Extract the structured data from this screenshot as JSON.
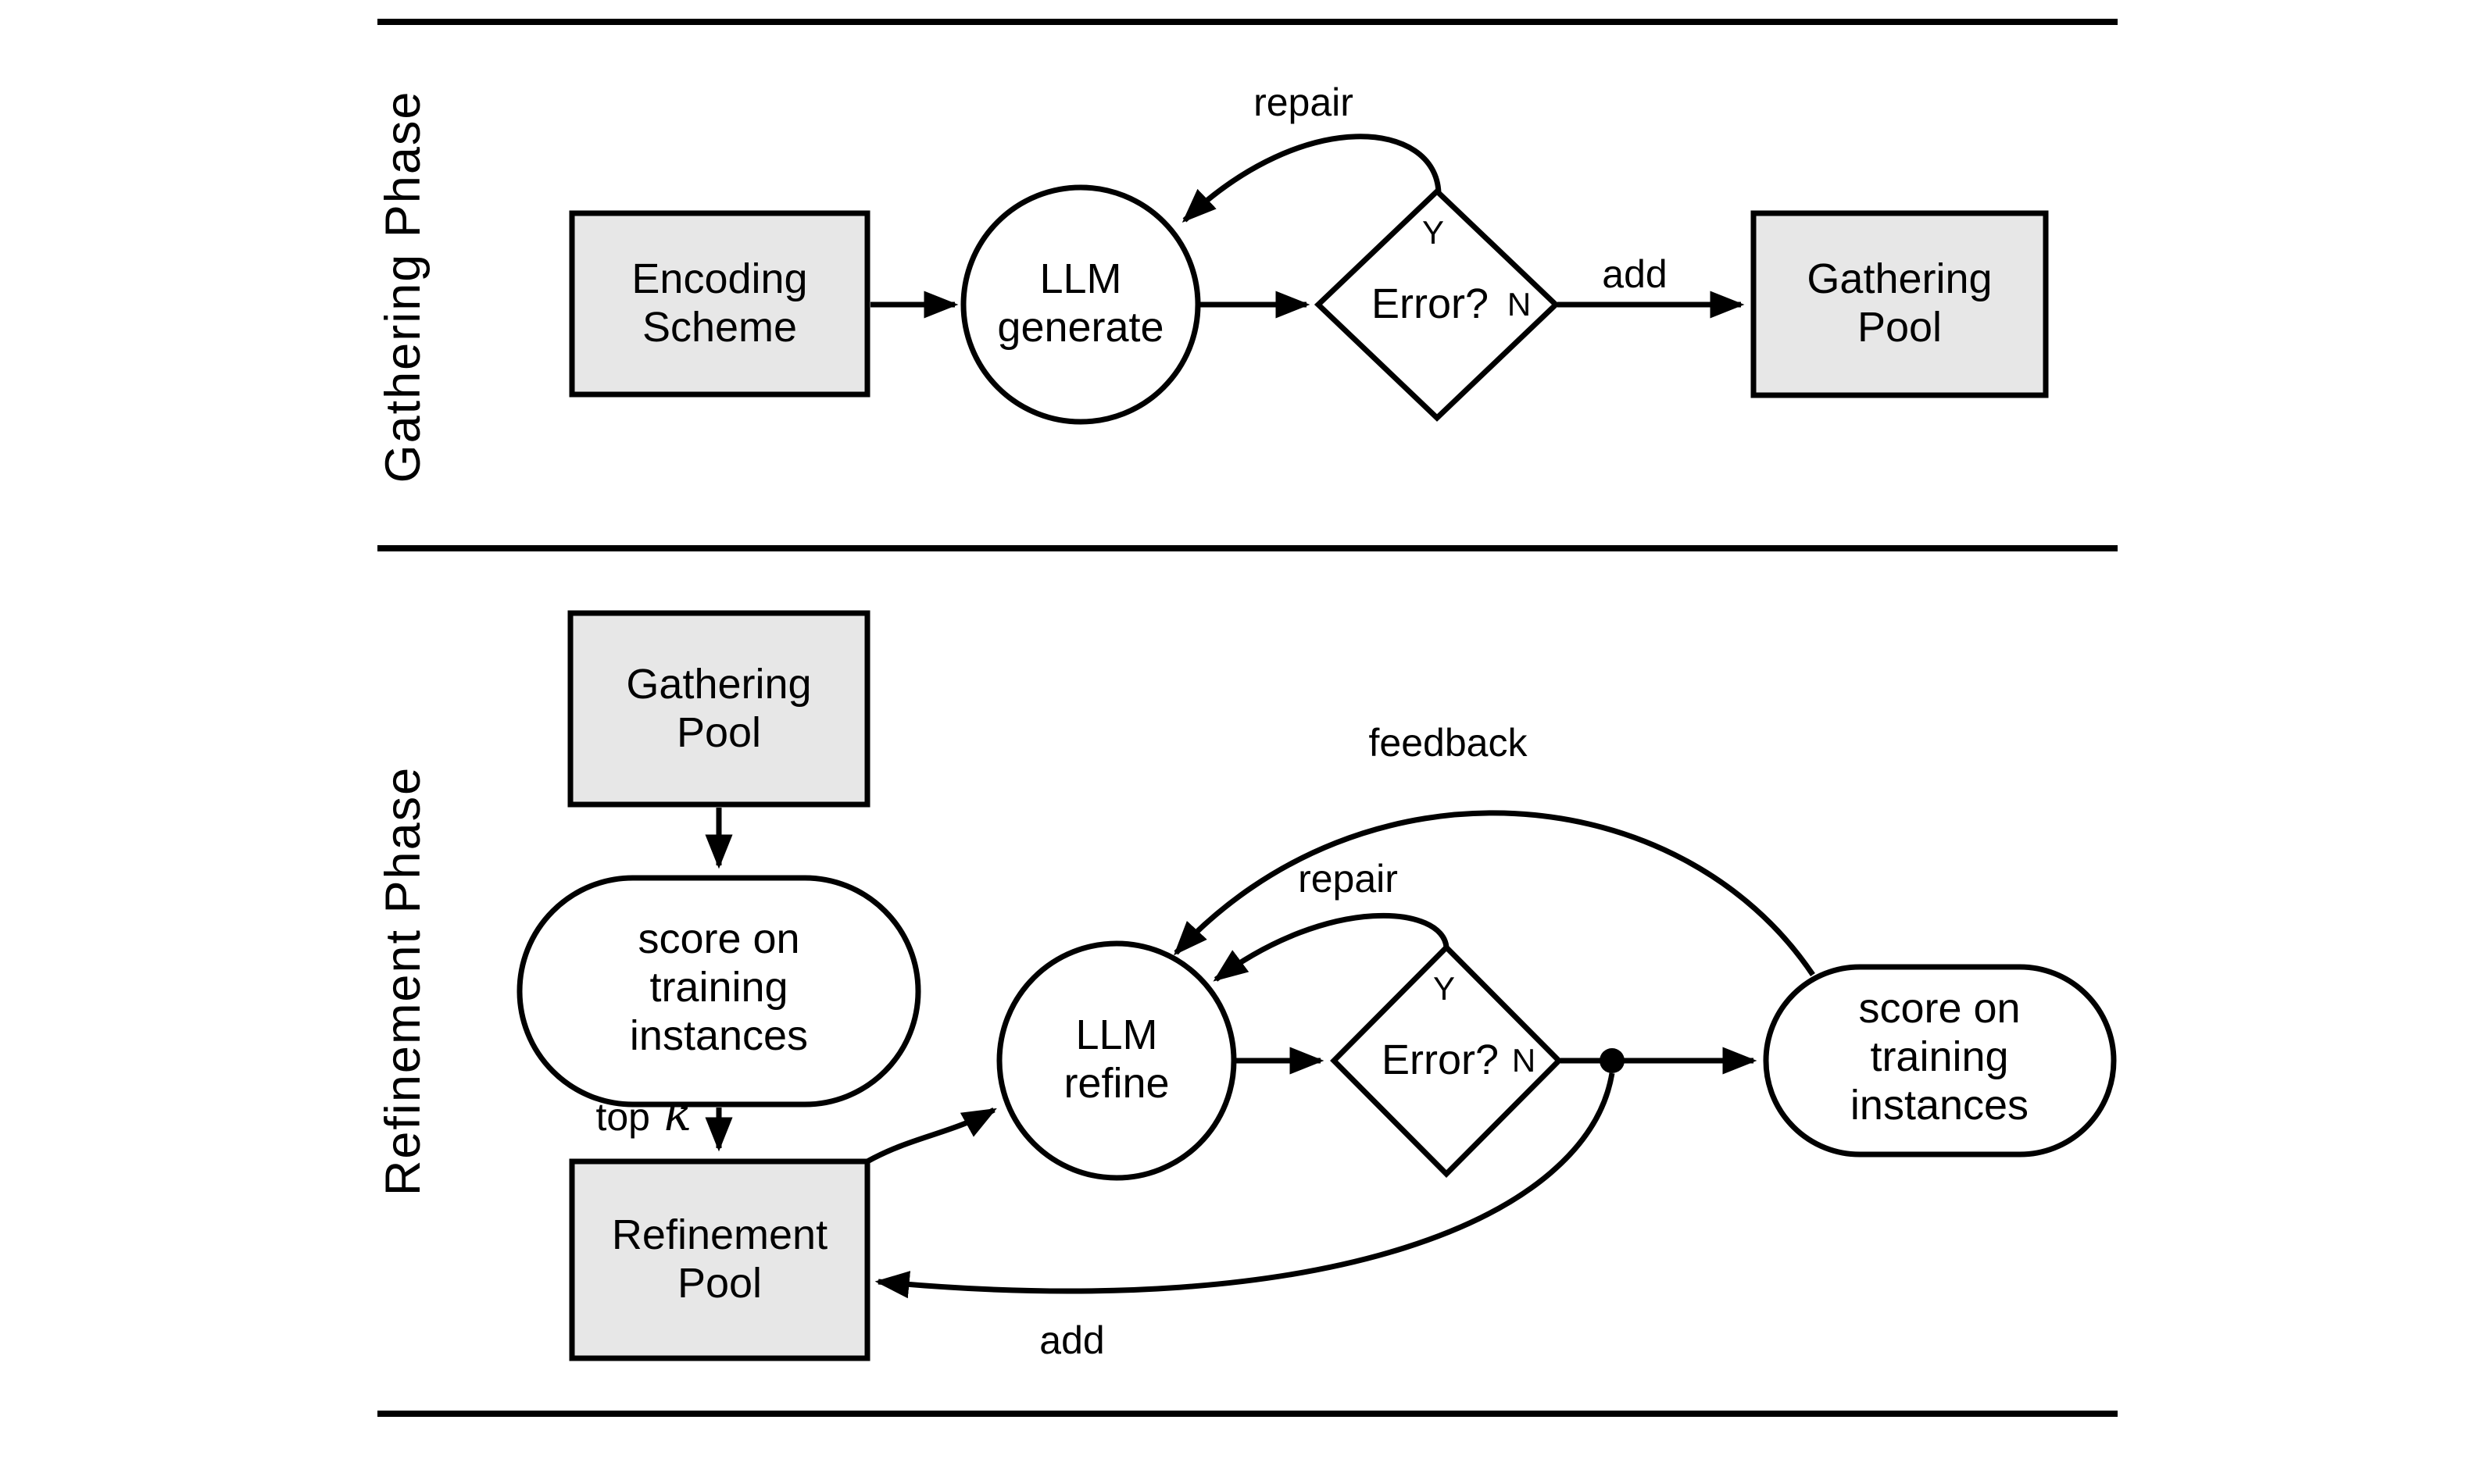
{
  "diagram": {
    "colors": {
      "node_fill": "#e7e7e7",
      "stroke": "#000000",
      "background": "#ffffff"
    },
    "phases": {
      "gathering": {
        "label": "Gathering Phase"
      },
      "refinement": {
        "label": "Refinement Phase"
      }
    },
    "gathering": {
      "encoding_scheme": {
        "lines": [
          "Encoding",
          "Scheme"
        ]
      },
      "llm_generate": {
        "lines": [
          "LLM",
          "generate"
        ]
      },
      "error": {
        "label": "Error?",
        "yes": "Y",
        "no": "N"
      },
      "gathering_pool": {
        "lines": [
          "Gathering",
          "Pool"
        ]
      },
      "labels": {
        "repair": "repair",
        "add": "add"
      }
    },
    "refinement": {
      "gathering_pool": {
        "lines": [
          "Gathering",
          "Pool"
        ]
      },
      "score_left": {
        "lines": [
          "score on",
          "training",
          "instances"
        ]
      },
      "top_k": {
        "prefix": "top",
        "var": "k"
      },
      "refinement_pool": {
        "lines": [
          "Refinement",
          "Pool"
        ]
      },
      "llm_refine": {
        "lines": [
          "LLM",
          "refine"
        ]
      },
      "error": {
        "label": "Error?",
        "yes": "Y",
        "no": "N"
      },
      "score_right": {
        "lines": [
          "score on",
          "training",
          "instances"
        ]
      },
      "labels": {
        "feedback": "feedback",
        "repair": "repair",
        "add": "add"
      }
    }
  }
}
